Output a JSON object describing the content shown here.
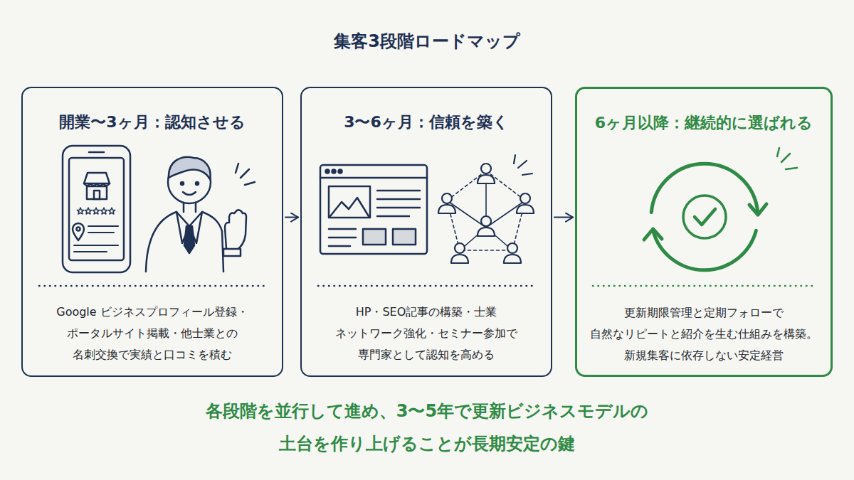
{
  "diagram": {
    "title": "集客3段階ロードマップ",
    "caption": "各段階を並行して進め、3〜5年で更新ビジネスモデルの 土台を作り上げることが長期安定の鍵",
    "nodes": [
      {
        "text": [
          "開業〜3ヶ月：認知させる",
          "Google ビジネスプロフィール登録・ ポータルサイト掲載・他士業との 名刺交換で実績と口コミを積む"
        ]
      },
      {
        "text": [
          "3〜6ヶ月：信頼を築く",
          "HP・SEO記事の構築・士業 ネットワーク強化・セミナー参加で 専門家として認知を高める"
        ]
      },
      {
        "text": [
          "6ヶ月以降：継続的に選ばれる",
          "更新期限管理と定期フォローで 自然なリピートと紹介を生む仕組みを構築。 新規集客に依存しない安定経営"
        ]
      }
    ],
    "edges": [
      {
        "from": 0,
        "to": 1,
        "arrow": "to"
      },
      {
        "from": 1,
        "to": 2,
        "arrow": "to"
      }
    ]
  }
}
